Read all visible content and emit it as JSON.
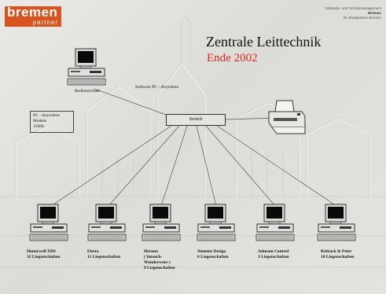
{
  "logo": {
    "line1": "bremen",
    "line2": "partner"
  },
  "company": {
    "line1": "Gebäude- und Technikmanagement",
    "line2": "Bremen",
    "line3": "Ihr Stadtpartner Bremen"
  },
  "title": "Zentrale Leittechnik",
  "subtitle": "Ende 2002",
  "top_pc_label": "Bedienrechner",
  "software_label": "Software PC - Anywhere",
  "modem_lines": [
    "PC - Anywhere",
    "Modem",
    "19200"
  ],
  "switch_label": "Switch",
  "vendors": [
    {
      "lines": [
        "Honeywell XBS",
        "32 Liegenschaften"
      ]
    },
    {
      "lines": [
        "Elesta",
        "11 Liegenschaften"
      ]
    },
    {
      "lines": [
        "Hermes",
        "( Intouch-",
        "Wonderware  )",
        "9 Liegenschaften"
      ]
    },
    {
      "lines": [
        "Siemens Desigo",
        "6 Liegenschaften"
      ]
    },
    {
      "lines": [
        "Johnson Control",
        "3 Liegenschaften"
      ]
    },
    {
      "lines": [
        "Kieback & Peter",
        "10 Liegenschaften"
      ]
    }
  ]
}
